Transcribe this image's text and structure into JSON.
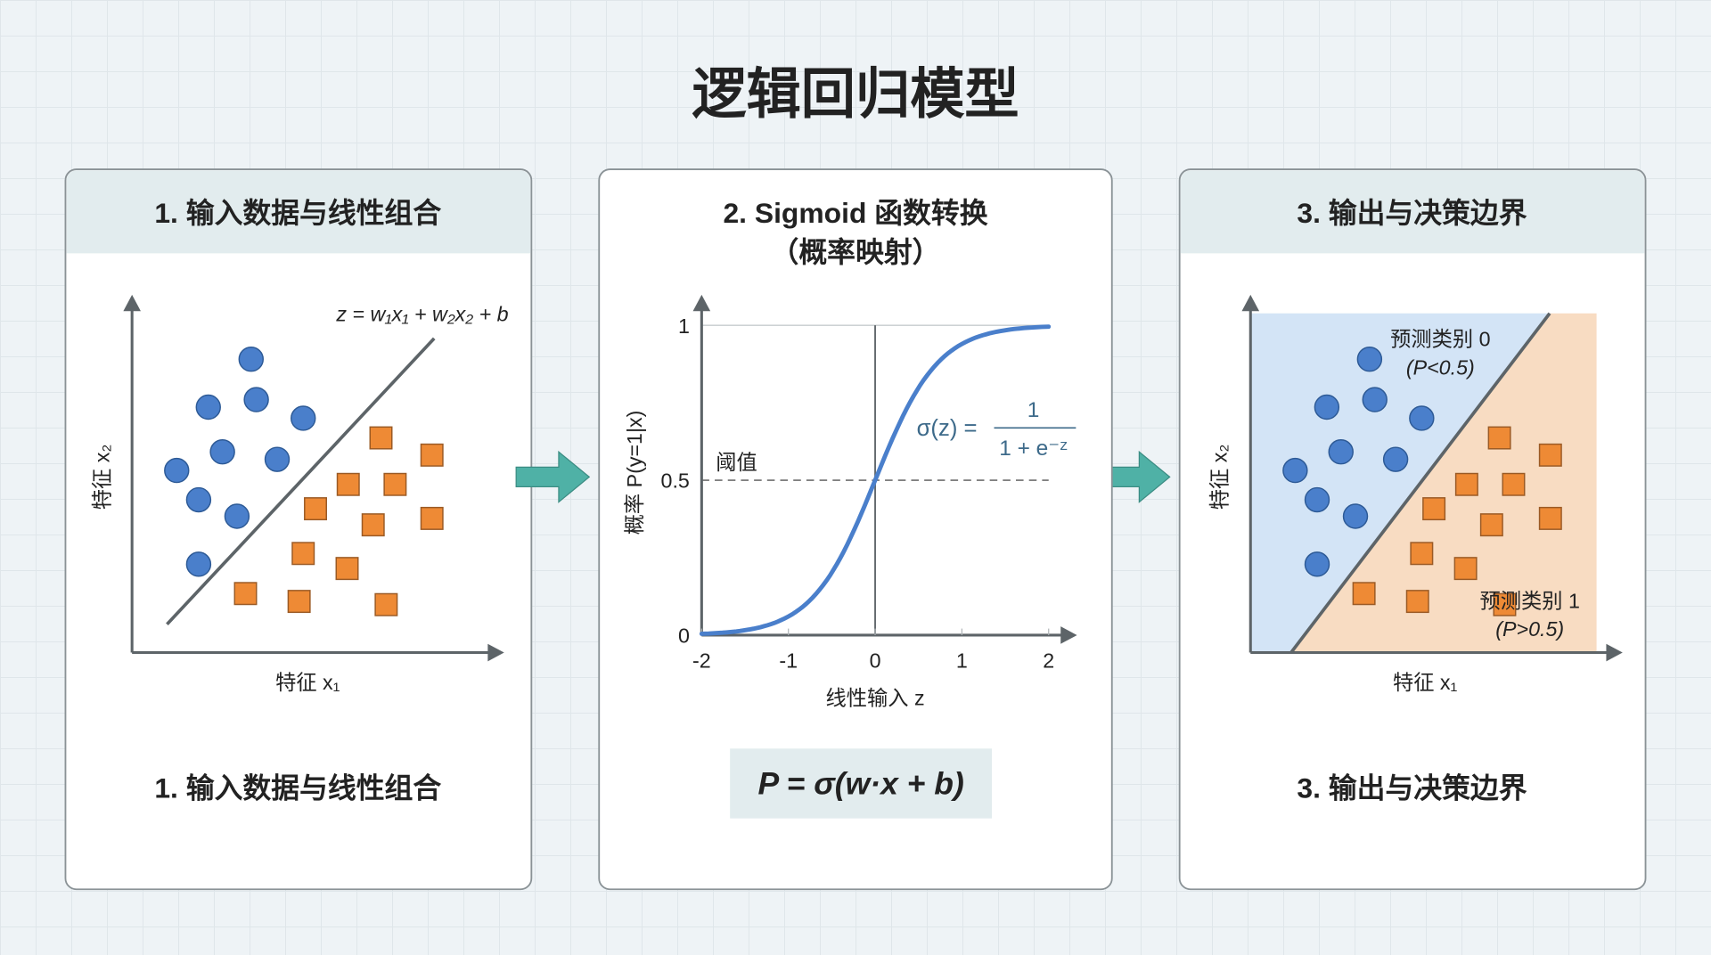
{
  "title": "逻辑回归模型",
  "colors": {
    "blue": "#4a7fcb",
    "orange": "#ee8a35",
    "teal": "#4fb1a6",
    "curve": "#4a7fcb",
    "region0": "#d3e4f6",
    "region1": "#f8dcc2",
    "header": "#e2ecee"
  },
  "panel1": {
    "header": "1. 输入数据与线性组合",
    "equation": "z = w₁x₁ + w₂x₂ + b",
    "xlabel": "特征 x₁",
    "ylabel": "特征 x₂",
    "caption": "1. 输入数据与线性组合"
  },
  "panel2": {
    "header_line1": "2. Sigmoid 函数转换",
    "header_line2": "（概率映射）",
    "xlabel": "线性输入 z",
    "ylabel": "概率 P(y=1|x)",
    "threshold_label": "阈值",
    "sigma_lhs": "σ(z) =",
    "sigma_num": "1",
    "sigma_den": "1 + e⁻ᶻ",
    "formula": "P = σ(w·x + b)"
  },
  "panel3": {
    "header": "3. 输出与决策边界",
    "xlabel": "特征 x₁",
    "ylabel": "特征 x₂",
    "class0_label": "预测类别 0",
    "class0_cond": "(P<0.5)",
    "class1_label": "预测类别 1",
    "class1_cond": "(P>0.5)",
    "caption": "3. 输出与决策边界"
  },
  "chart_data": [
    {
      "type": "scatter",
      "title": "1. 输入数据与线性组合",
      "xlabel": "特征 x₁",
      "ylabel": "特征 x₂",
      "xlim": [
        0,
        10
      ],
      "ylim": [
        0,
        10
      ],
      "series": [
        {
          "name": "class 0",
          "marker": "circle",
          "points": [
            [
              3.2,
              8.2
            ],
            [
              2.05,
              6.86
            ],
            [
              3.34,
              7.07
            ],
            [
              4.6,
              6.55
            ],
            [
              2.43,
              5.61
            ],
            [
              3.9,
              5.4
            ],
            [
              1.2,
              5.09
            ],
            [
              1.79,
              4.27
            ],
            [
              2.82,
              3.81
            ],
            [
              1.79,
              2.47
            ]
          ]
        },
        {
          "name": "class 1",
          "marker": "square",
          "points": [
            [
              6.69,
              6.0
            ],
            [
              8.06,
              5.52
            ],
            [
              5.81,
              4.7
            ],
            [
              7.07,
              4.7
            ],
            [
              4.93,
              4.02
            ],
            [
              6.48,
              3.57
            ],
            [
              8.06,
              3.75
            ],
            [
              4.6,
              2.77
            ],
            [
              5.78,
              2.35
            ],
            [
              3.05,
              1.65
            ],
            [
              4.49,
              1.43
            ],
            [
              6.83,
              1.34
            ]
          ]
        }
      ],
      "boundary": [
        [
          0.94,
          0.79
        ],
        [
          8.12,
          8.78
        ]
      ]
    },
    {
      "type": "line",
      "title": "2. Sigmoid 函数转换",
      "xlabel": "线性输入 z",
      "ylabel": "概率 P(y=1|x)",
      "xlim": [
        -2,
        2
      ],
      "ylim": [
        0,
        1
      ],
      "xticks": [
        "-2",
        "-1",
        "0",
        "1",
        "2"
      ],
      "yticks": [
        "0",
        "0.5",
        "1"
      ],
      "steepness": 2.75,
      "threshold": 0.5
    },
    {
      "type": "scatter",
      "title": "3. 输出与决策边界",
      "xlabel": "特征 x₁",
      "ylabel": "特征 x₂",
      "xlim": [
        0,
        10
      ],
      "ylim": [
        0,
        10
      ],
      "boundary": [
        [
          1.09,
          0
        ],
        [
          8.04,
          9.48
        ]
      ],
      "region_extent": [
        9.3,
        9.48
      ]
    }
  ]
}
